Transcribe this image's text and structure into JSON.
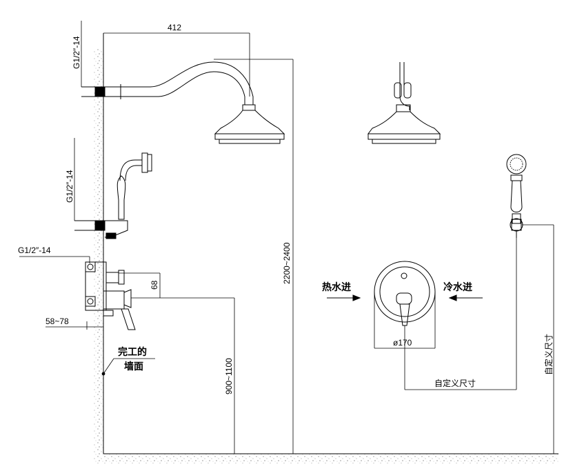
{
  "labels": {
    "top_width": "412",
    "pipe_thread_top": "G1/2″-14",
    "pipe_thread_mid": "G1/2″-14",
    "pipe_thread_low": "G1/2″-14",
    "total_height": "2200~2400",
    "valve_offset": "68",
    "valve_depth": "58~78",
    "valve_height": "900~1100",
    "finished_wall_1": "完工的",
    "finished_wall_2": "墙面",
    "hot_in": "热水进",
    "cold_in": "冷水进",
    "plate_diameter": "ø170",
    "custom_size_h": "自定义尺寸",
    "custom_size_v": "自定义尺寸"
  }
}
